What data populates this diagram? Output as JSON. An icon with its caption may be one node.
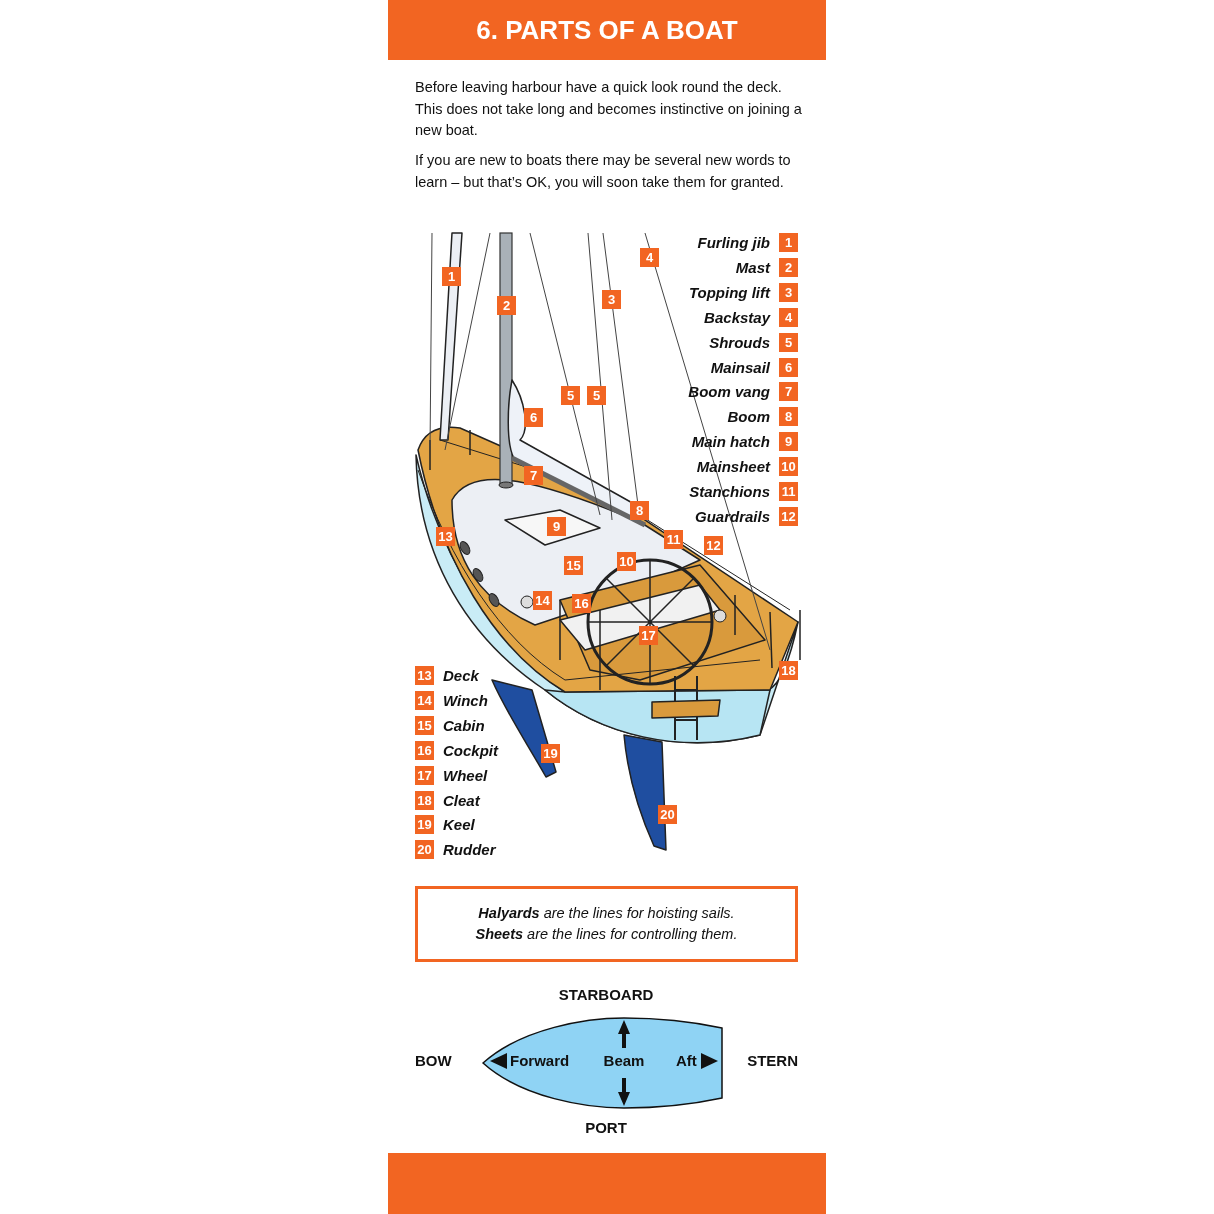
{
  "diagram": {
    "title": "6. PARTS OF A BOAT",
    "nodes": [
      {
        "text": [
          "**Halyards** are the lines for hoisting sails.",
          "**Sheets** are the lines for controlling them."
        ]
      },
      {
        "text": [
          "Forward",
          "Beam",
          "Aft"
        ]
      }
    ],
    "labels": [
      "Before leaving harbour have a quick look round the deck. This does not take long and becomes instinctive on joining a new boat.",
      "If you are new to boats there may be several new words to learn – but that’s OK, you will soon take them for granted.",
      "Furling jib",
      "1",
      "Mast",
      "2",
      "Topping lift",
      "3",
      "Backstay",
      "4",
      "Shrouds",
      "5",
      "Mainsail",
      "6",
      "Boom vang",
      "7",
      "Boom",
      "8",
      "Main hatch",
      "9",
      "Mainsheet",
      "10",
      "Stanchions",
      "11",
      "Guardrails",
      "12",
      "13",
      "Deck",
      "14",
      "Winch",
      "15",
      "Cabin",
      "16",
      "Cockpit",
      "17",
      "Wheel",
      "18",
      "Cleat",
      "19",
      "Keel",
      "20",
      "Rudder",
      "4",
      "1",
      "3",
      "2",
      "5",
      "5",
      "6",
      "7",
      "8",
      "9",
      "13",
      "11",
      "12",
      "10",
      "15",
      "14",
      "16",
      "17",
      "18",
      "19",
      "20",
      "STARBOARD",
      "BOW",
      "STERN",
      "PORT"
    ]
  }
}
